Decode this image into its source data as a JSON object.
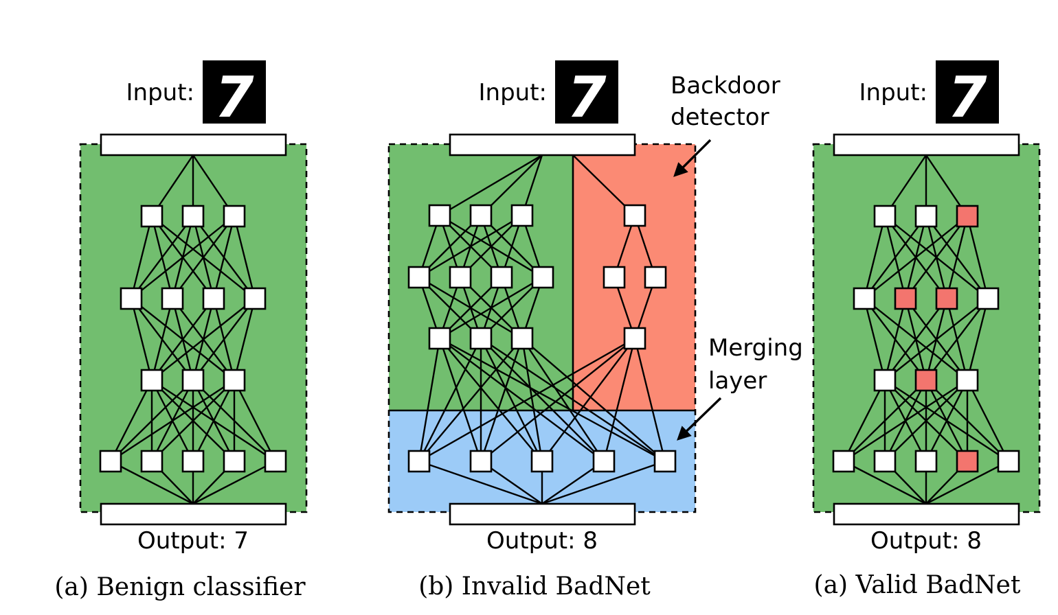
{
  "colors": {
    "green": "#72be6f",
    "red": "#fb8a74",
    "blue": "#9ccbf7",
    "node_white": "#ffffff",
    "node_red": "#f3756e",
    "stroke": "#000000"
  },
  "panels": [
    {
      "id": "a",
      "input_label": "Input:",
      "input_digit": "7",
      "output_label": "Output: 7",
      "caption": "(a) Benign classifier"
    },
    {
      "id": "b",
      "input_label": "Input:",
      "input_digit": "7",
      "output_label": "Output: 8",
      "caption": "(b) Invalid BadNet",
      "annotations": [
        {
          "lines": [
            "Backdoor",
            "detector"
          ]
        },
        {
          "lines": [
            "Merging",
            "layer"
          ]
        }
      ]
    },
    {
      "id": "c",
      "input_label": "Input:",
      "input_digit": "7",
      "output_label": "Output: 8",
      "caption": "(a) Valid BadNet"
    }
  ]
}
